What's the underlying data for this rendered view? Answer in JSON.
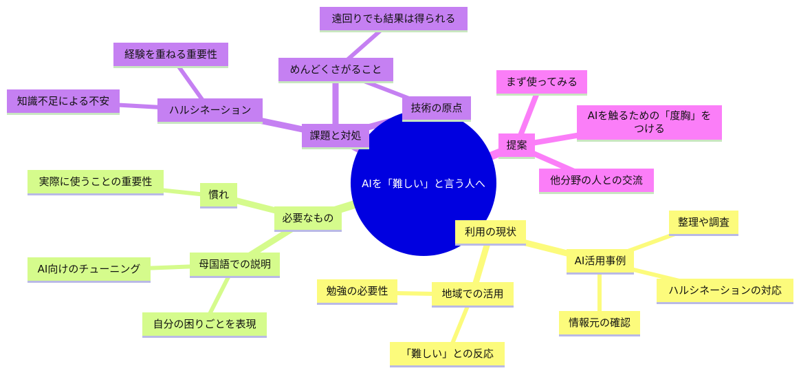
{
  "root": "AIを「難しい」と言う人へ",
  "branches": {
    "issues": {
      "label": "課題と対処",
      "troublesome": {
        "label": "めんどくさがること",
        "detour": "遠回りでも結果は得られる"
      },
      "origin": "技術の原点",
      "hallucination": {
        "label": "ハルシネーション",
        "experience": "経験を重ねる重要性",
        "anxiety": "知識不足による不安"
      }
    },
    "proposal": {
      "label": "提案",
      "try_first": "まず使ってみる",
      "courage": "AIを触るための「度胸」を\nつける",
      "exchange": "他分野の人との交流"
    },
    "necessary": {
      "label": "必要なもの",
      "familiarity": {
        "label": "慣れ",
        "practice": "実際に使うことの重要性"
      },
      "native": {
        "label": "母国語での説明",
        "tuning": "AI向けのチューニング",
        "express": "自分の困りごとを表現"
      }
    },
    "usage": {
      "label": "利用の現状",
      "cases": {
        "label": "AI活用事例",
        "organize": "整理や調査",
        "halluc_response": "ハルシネーションの対応",
        "source_check": "情報元の確認"
      },
      "regional": {
        "label": "地域での活用",
        "study": "勉強の必要性",
        "reaction": "「難しい」との反応"
      }
    }
  },
  "colors": {
    "root": "#0000e0",
    "purple": "#c580f2",
    "pink": "#fb7ef8",
    "green": "#d5fb8c",
    "yellow": "#fcfb7c"
  }
}
